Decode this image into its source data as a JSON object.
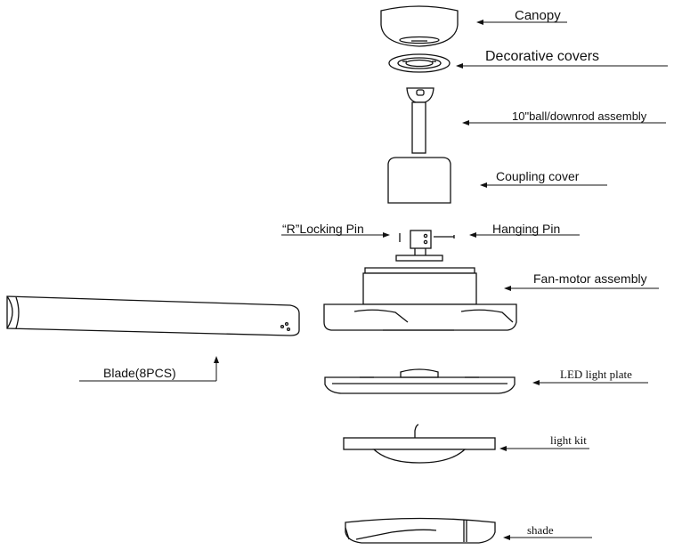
{
  "labels": {
    "canopy": "Canopy",
    "decorative_covers": "Decorative covers",
    "downrod_assembly": "10\"ball/downrod assembly",
    "coupling_cover": "Coupling cover",
    "r_locking_pin": "“R”Locking Pin",
    "hanging_pin": "Hanging Pin",
    "fan_motor_assembly": "Fan-motor assembly",
    "blade": "Blade(8PCS)",
    "led_light_plate": "LED light plate",
    "light_kit": "light kit",
    "shade": "shade"
  },
  "colors": {
    "line": "#111111",
    "background": "#ffffff"
  }
}
